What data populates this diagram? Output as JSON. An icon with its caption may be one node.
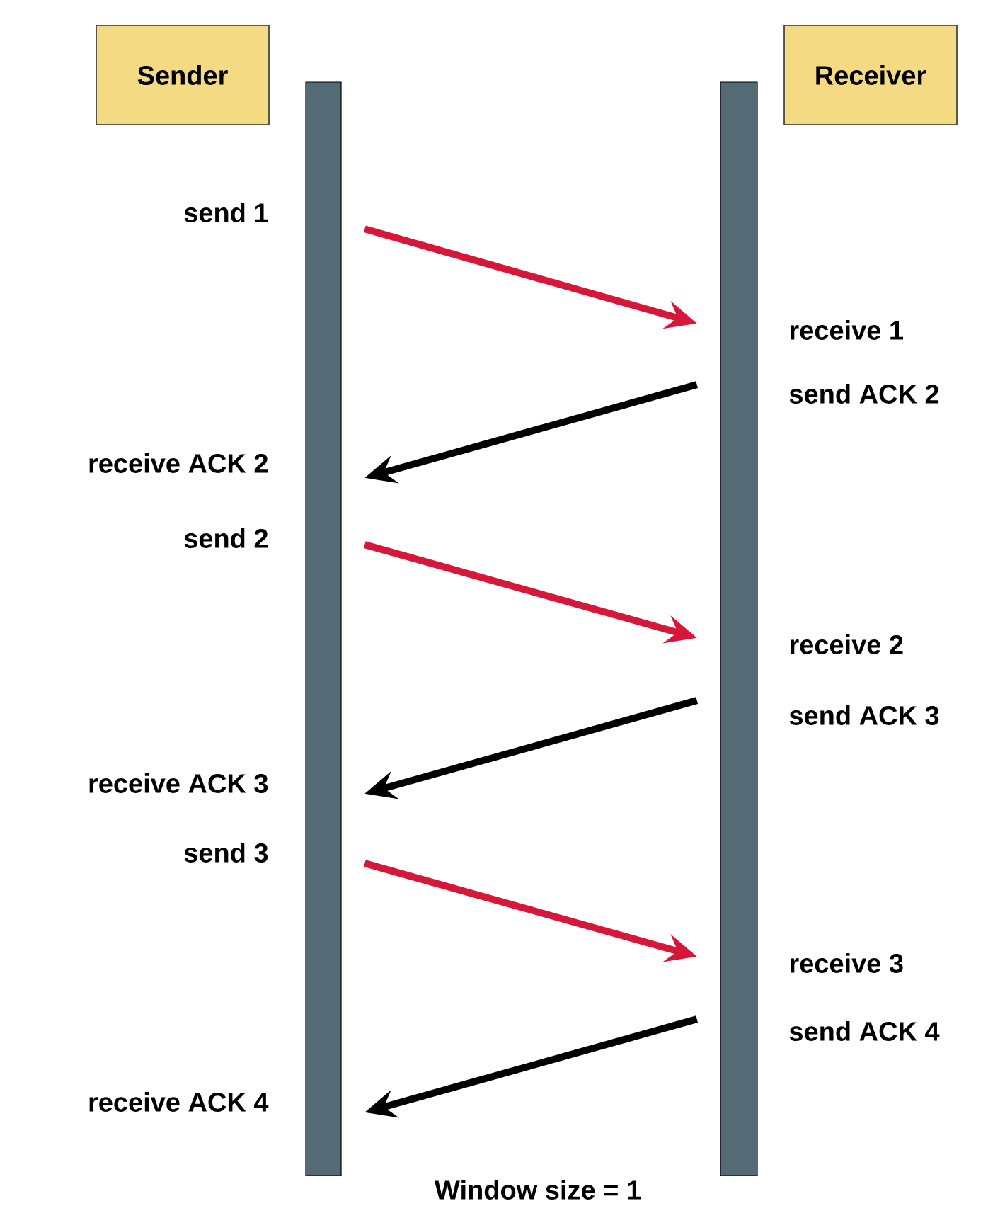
{
  "diagram": {
    "caption": "Window size = 1",
    "nodes": [
      {
        "text": [
          "Sender"
        ]
      },
      {
        "text": [
          "Receiver"
        ]
      },
      {
        "text": [],
        "shape": "bar"
      },
      {
        "text": [],
        "shape": "bar"
      }
    ],
    "edges": [
      {
        "from": 2,
        "to": 3,
        "arrow": "to",
        "color": "#d6173a"
      },
      {
        "from": 3,
        "to": 2,
        "arrow": "to",
        "color": "#000000"
      },
      {
        "from": 2,
        "to": 3,
        "arrow": "to",
        "color": "#d6173a"
      },
      {
        "from": 3,
        "to": 2,
        "arrow": "to",
        "color": "#000000"
      },
      {
        "from": 2,
        "to": 3,
        "arrow": "to",
        "color": "#d6173a"
      },
      {
        "from": 3,
        "to": 2,
        "arrow": "to",
        "color": "#000000"
      }
    ],
    "labels": [
      "send 1",
      "receive 1",
      "send ACK 2",
      "receive ACK 2",
      "send 2",
      "receive 2",
      "send ACK 3",
      "receive ACK 3",
      "send 3",
      "receive 3",
      "send ACK 4",
      "receive ACK 4"
    ]
  }
}
